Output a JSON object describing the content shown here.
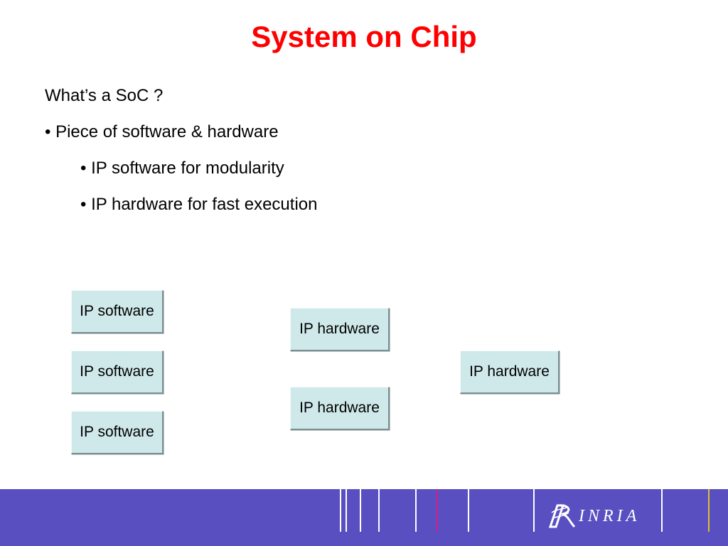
{
  "slide": {
    "title": "System on Chip",
    "bullets": [
      "What’s a SoC ?",
      "• Piece of software & hardware",
      "• IP software for modularity",
      "• IP hardware for fast execution"
    ]
  },
  "diagram": {
    "software_boxes": [
      "IP software",
      "IP software",
      "IP software"
    ],
    "hardware_boxes": [
      "IP hardware",
      "IP hardware",
      "IP hardware"
    ]
  },
  "footer": {
    "logo_text": "INRIA",
    "colors": {
      "bar": "#5a4fc0",
      "accent_magenta": "#d81b8c",
      "accent_gold": "#d8c030"
    }
  }
}
